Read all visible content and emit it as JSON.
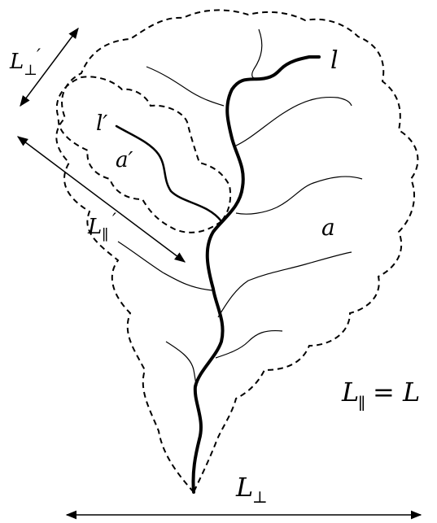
{
  "labels": {
    "l_main": "l",
    "l_sub": "l′",
    "a_sub": "a′",
    "a_main": "a",
    "Lperp_sub_L": "L",
    "Lperp_sub_sym": "⊥",
    "Lperp_sub_prime": "′",
    "Lpar_sub_L": "L",
    "Lpar_sub_sym": "∥",
    "Lpar_sub_prime": "′",
    "Lpar_eq_L": "L",
    "Lpar_eq_sym": "∥",
    "Lpar_eq_rhs": "= L",
    "Lperp_L": "L",
    "Lperp_sym": "⊥"
  },
  "colors": {
    "ink": "#000000",
    "background": "#ffffff"
  }
}
